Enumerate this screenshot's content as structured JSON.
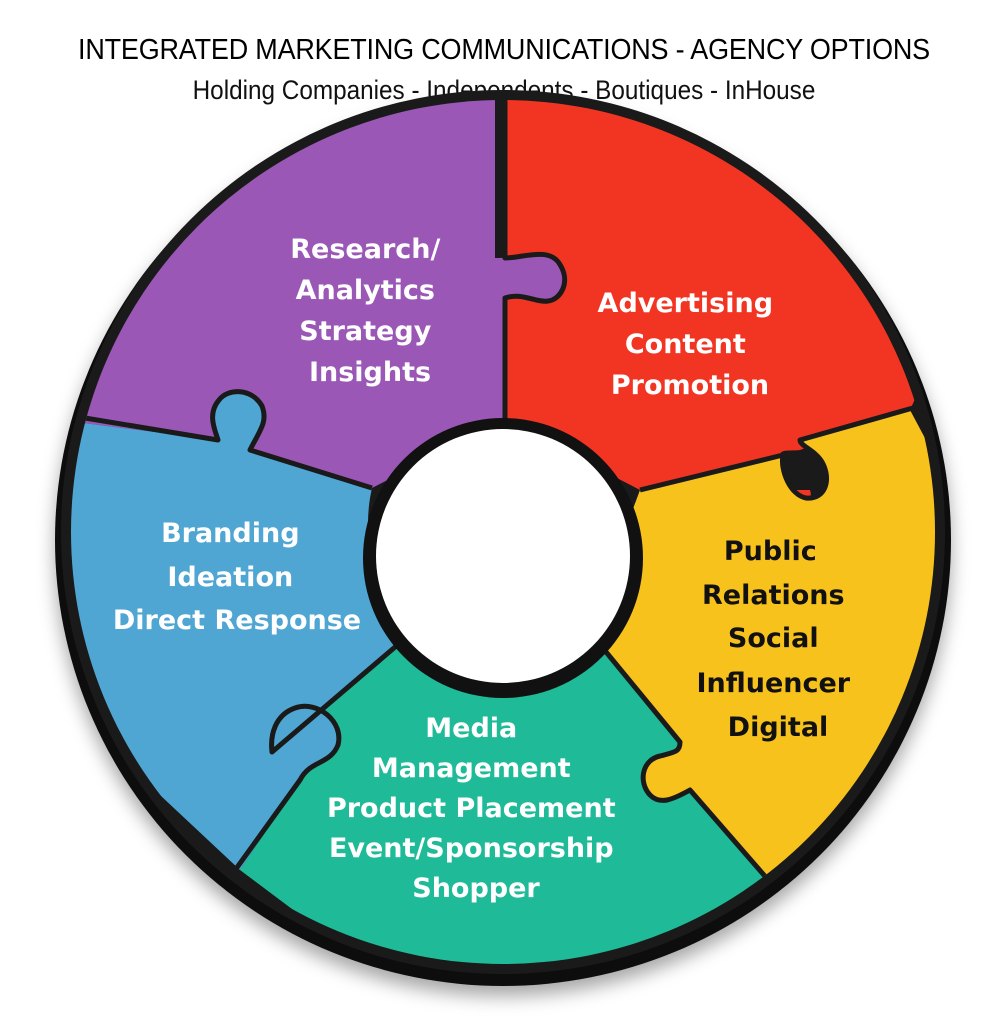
{
  "header": {
    "title": "INTEGRATED MARKETING COMMUNICATIONS - AGENCY OPTIONS",
    "subtitle": "Holding Companies - Independents - Boutiques - InHouse"
  },
  "segments": [
    {
      "id": "research",
      "color": "#9a57b5",
      "text_color": "#ffffff",
      "lines": [
        "Research/",
        "Analytics",
        "Strategy",
        "Insights"
      ]
    },
    {
      "id": "advertising",
      "color": "#f23523",
      "text_color": "#ffffff",
      "lines": [
        "Advertising",
        "Content",
        "Promotion"
      ]
    },
    {
      "id": "public-relations",
      "color": "#f8c21d",
      "text_color": "#111111",
      "lines": [
        "Public",
        "Relations",
        "Social",
        "Influencer",
        "Digital"
      ]
    },
    {
      "id": "media",
      "color": "#1fba98",
      "text_color": "#ffffff",
      "lines": [
        "Media",
        "Management",
        "Product Placement",
        "Event/Sponsorship",
        "Shopper"
      ]
    },
    {
      "id": "branding",
      "color": "#4fa6d2",
      "text_color": "#ffffff",
      "lines": [
        "Branding",
        "Ideation",
        "Direct Response"
      ]
    }
  ],
  "ring": {
    "outline_color": "#111111",
    "hole_color": "#ffffff"
  }
}
